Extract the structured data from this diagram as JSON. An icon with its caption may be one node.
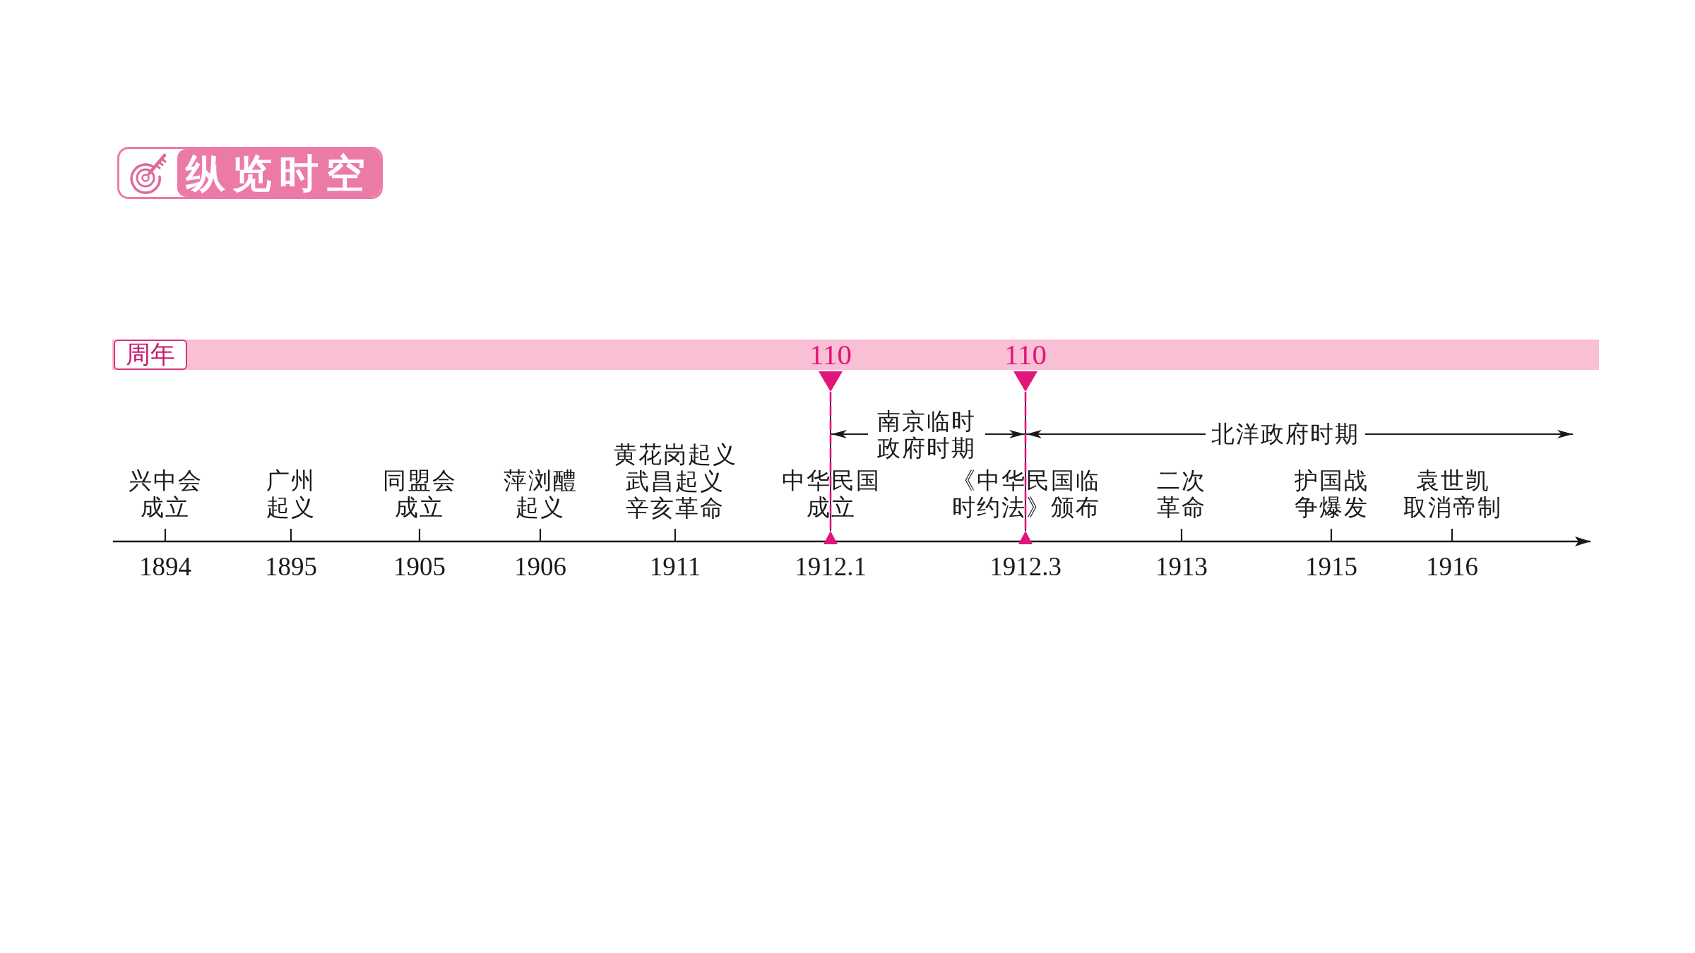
{
  "diagram": {
    "title": "纵览时空",
    "nodes": [
      {
        "text": [
          "110",
          "110"
        ]
      },
      {
        "text": [
          "周年"
        ],
        "in": 0
      }
    ],
    "labels": [
      "南京临时政府时期",
      "北洋政府时期",
      "兴中会成立",
      "广州起义",
      "同盟会成立",
      "萍浏醴起义",
      "黄花岗起义",
      "武昌起义",
      "辛亥革命",
      "中华民国成立",
      "《中华民国临时约法》颁布",
      "二次革命",
      "护国战争爆发",
      "袁世凯取消帝制",
      "1894",
      "1895",
      "1905",
      "1906",
      "1911",
      "1912.1",
      "1912.3",
      "1913",
      "1915",
      "1916"
    ]
  }
}
